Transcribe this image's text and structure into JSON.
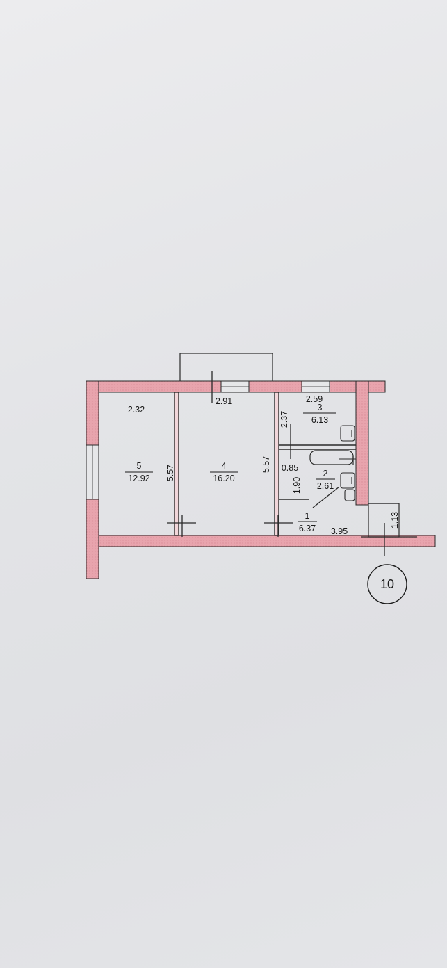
{
  "plan": {
    "rooms": [
      {
        "number": "5",
        "area": "12.92"
      },
      {
        "number": "4",
        "area": "16.20"
      },
      {
        "number": "3",
        "area": "6.13"
      },
      {
        "number": "2",
        "area": "2.61"
      },
      {
        "number": "1",
        "area": "6.37"
      }
    ],
    "dimensions": {
      "room5_width": "2.32",
      "room5_length": "5.57",
      "room4_width": "2.91",
      "room4_length": "5.57",
      "room3_width": "2.59",
      "room3_length": "2.37",
      "bath_width": "0.85",
      "bath_length": "1.90",
      "hall_length": "3.95",
      "niche_depth": "1.13"
    },
    "apartment_number": "10"
  },
  "colors": {
    "wall_fill": "#e8a4ad",
    "line": "#2a2a2a",
    "paper": "#e6e7e9"
  }
}
